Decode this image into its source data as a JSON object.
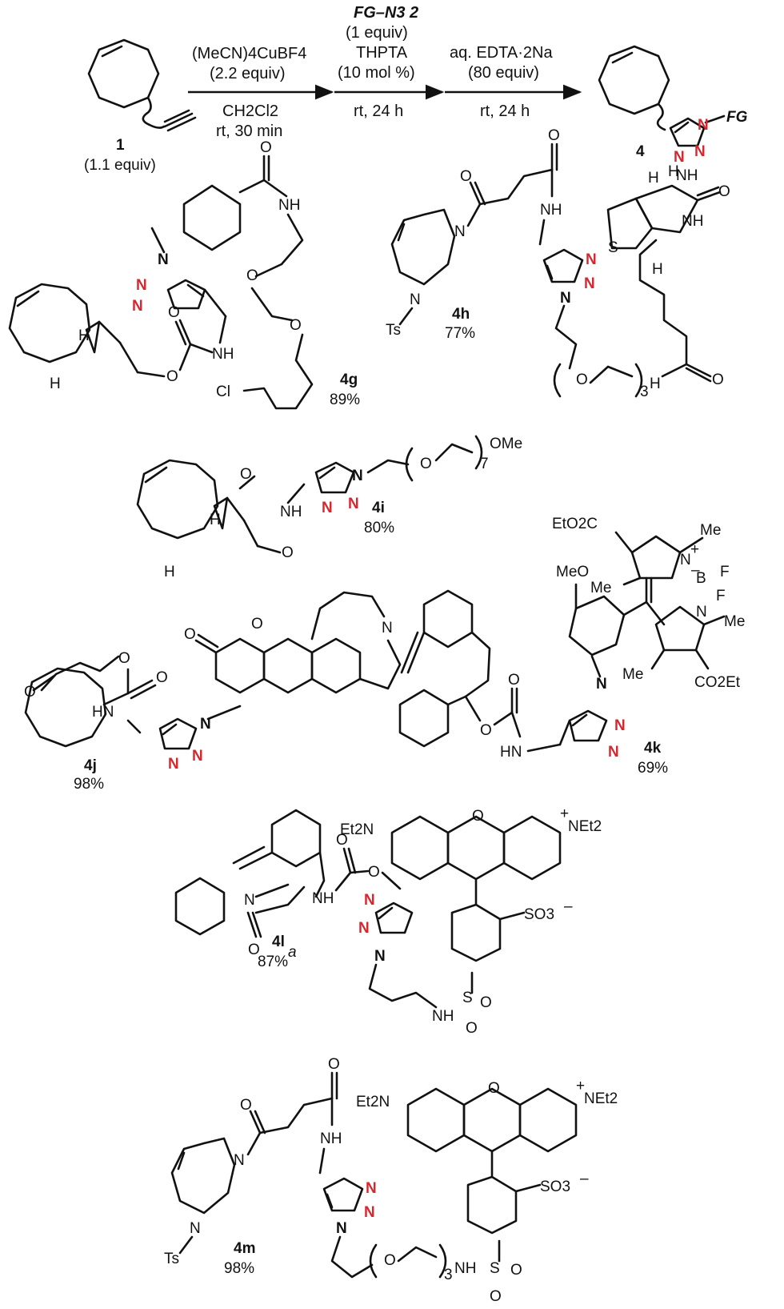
{
  "reagents": {
    "step1_line1": "(MeCN)4CuBF4",
    "step1_line2": "(2.2 equiv)",
    "step1_below1": "CH2Cl2",
    "step1_below2": "rt, 30 min",
    "step2_top": "FG–N3 2",
    "step2_line1": "(1 equiv)",
    "step2_line2": "THPTA",
    "step2_line3": "(10 mol %)",
    "step2_below": "rt, 24 h",
    "step3_line1": "aq. EDTA·2Na",
    "step3_line2": "(80 equiv)",
    "step3_below": "rt, 24 h"
  },
  "compounds": [
    {
      "id": "1",
      "yield": "(1.1 equiv)"
    },
    {
      "id": "4",
      "yield": ""
    },
    {
      "id": "4g",
      "yield": "89%"
    },
    {
      "id": "4h",
      "yield": "77%"
    },
    {
      "id": "4i",
      "yield": "80%"
    },
    {
      "id": "4j",
      "yield": "98%"
    },
    {
      "id": "4k",
      "yield": "69%"
    },
    {
      "id": "4l",
      "yield": "87%"
    },
    {
      "id": "4m",
      "yield": "98%"
    }
  ],
  "atoms": {
    "fg": "FG",
    "n": "N",
    "nh": "NH",
    "hn": "HN",
    "o": "O",
    "h": "H",
    "s": "S",
    "cl": "Cl",
    "ts": "Ts",
    "ome": "OMe",
    "meo": "MeO",
    "me": "Me",
    "f": "F",
    "b": "B",
    "eto2c": "EtO2C",
    "co2et": "CO2Et",
    "et2n": "Et2N",
    "net2": "NEt2",
    "so3": "SO3",
    "sub3": "3",
    "sub7": "7",
    "plus": "+",
    "minus": "–",
    "footnote_a": "a"
  }
}
